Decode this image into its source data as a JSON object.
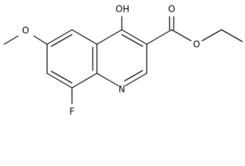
{
  "molecule": {
    "atoms": {
      "hydroxyl": "OH",
      "methoxy_oxygen": "O",
      "ester_carbonyl_oxygen": "O",
      "ester_ether_oxygen": "O",
      "ring_nitrogen": "N",
      "fluorine": "F"
    }
  },
  "colors": {
    "bond": "#000000",
    "text": "#000000",
    "background": "#ffffff"
  }
}
